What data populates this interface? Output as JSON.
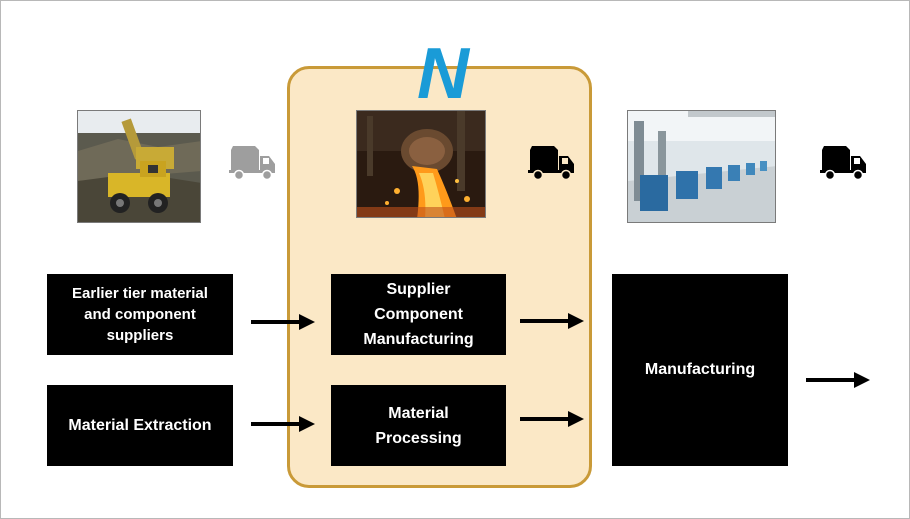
{
  "logo": {
    "letter": "N",
    "color": "#1a9bd7"
  },
  "boxes": {
    "earlier_tier": "Earlier tier material\nand component\nsuppliers",
    "material_extraction": "Material Extraction",
    "supplier_component": "Supplier\nComponent\nManufacturing",
    "material_processing": "Material\nProcessing",
    "manufacturing": "Manufacturing"
  },
  "icons": {
    "truck_1": "truck-icon",
    "truck_2": "truck-icon",
    "truck_3": "truck-icon"
  },
  "colors": {
    "panel_fill": "#fbe8c6",
    "panel_border": "#c99a38",
    "box_fill": "#000000",
    "box_text": "#ffffff",
    "faded_truck": "#9e9e9e"
  }
}
